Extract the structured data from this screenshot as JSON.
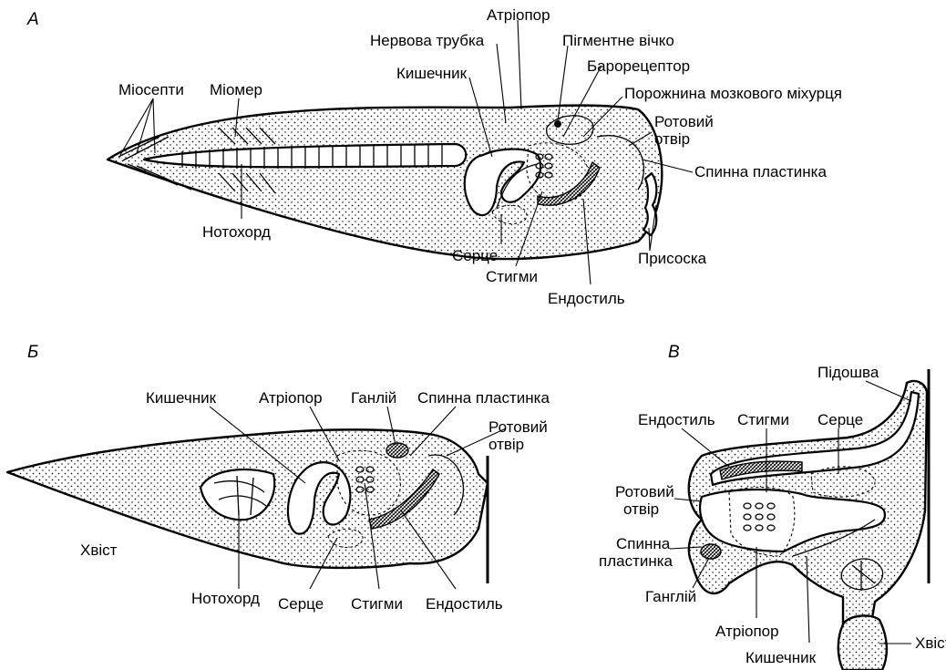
{
  "panels": [
    {
      "id": "A",
      "letter": "А",
      "labels": {
        "atriopore": "Атріопор",
        "neural_tube": "Нервова трубка",
        "pigment_eye": "Пігментне вічко",
        "baroreceptor": "Барорецептор",
        "intestine": "Кишечник",
        "myosepta": "Міосепти",
        "myomere": "Міомер",
        "brain_vesicle_cavity": "Порожнина мозкового міхурця",
        "mouth_opening_1": "Ротовий",
        "mouth_opening_2": "отвір",
        "dorsal_plate": "Спинна пластинка",
        "notochord": "Нотохорд",
        "heart": "Серце",
        "sucker": "Присоска",
        "stigmata": "Стигми",
        "endostyle": "Ендостиль"
      }
    },
    {
      "id": "B",
      "letter": "Б",
      "labels": {
        "intestine": "Кишечник",
        "atriopore": "Атріопор",
        "ganglion": "Ганлій",
        "dorsal_plate": "Спинна пластинка",
        "mouth_opening_1": "Ротовий",
        "mouth_opening_2": "отвір",
        "tail": "Хвіст",
        "notochord": "Нотохорд",
        "heart": "Серце",
        "stigmata": "Стигми",
        "endostyle": "Ендостиль"
      }
    },
    {
      "id": "C",
      "letter": "В",
      "labels": {
        "sole": "Підошва",
        "endostyle": "Ендостиль",
        "stigmata": "Стигми",
        "heart": "Серце",
        "mouth_opening_1": "Ротовий",
        "mouth_opening_2": "отвір",
        "dorsal_plate_1": "Спинна",
        "dorsal_plate_2": "пластинка",
        "ganglion": "Ганглій",
        "atriopore": "Атріопор",
        "intestine": "Кишечник",
        "tail": "Хвіст"
      }
    }
  ]
}
